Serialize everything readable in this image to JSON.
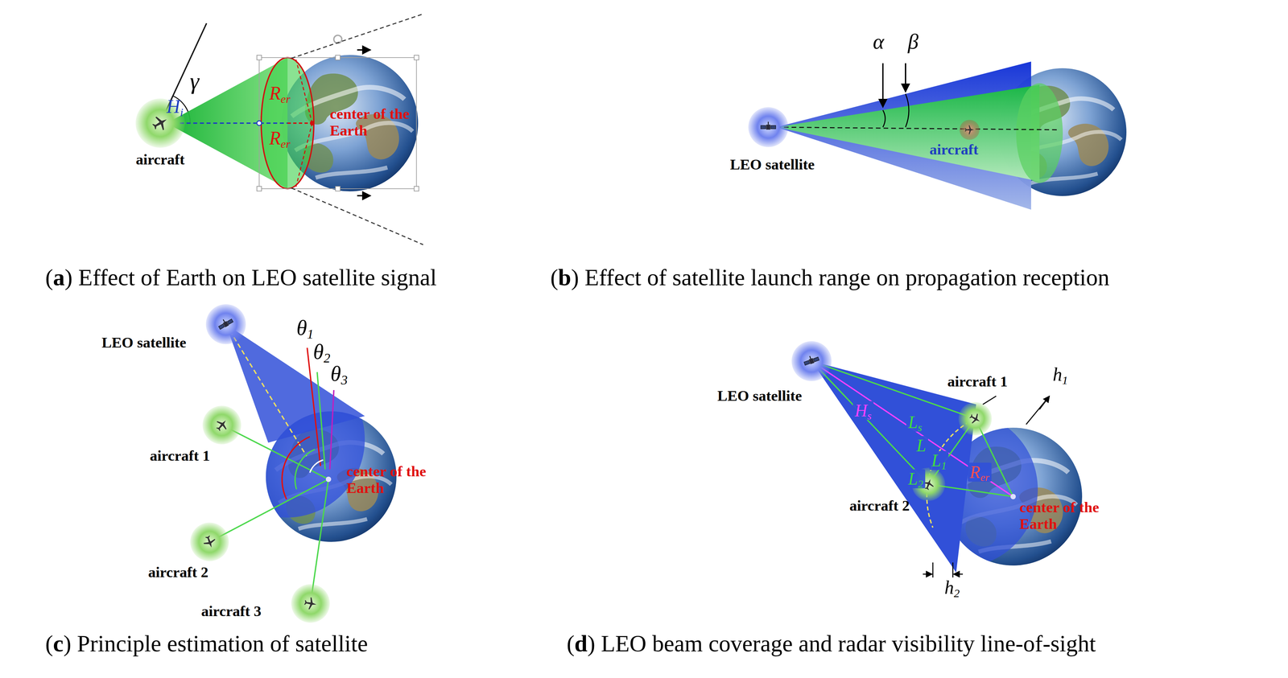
{
  "diagram": {
    "labels": [
      "γ",
      "Hi",
      "Rer",
      "Rer",
      "center of the Earth",
      "aircraft",
      "α",
      "β",
      "LEO satellite",
      "aircraft",
      "(a) Effect of Earth on LEO satellite signal",
      "(b) Effect of satellite launch range on propagation reception",
      "LEO satellite",
      "θ1",
      "θ2",
      "θ3",
      "aircraft 1",
      "aircraft 2",
      "aircraft 3",
      "center of the Earth",
      "LEO satellite",
      "aircraft 1",
      "h1",
      "Hs",
      "Ls",
      "L",
      "L1",
      "Rer",
      "L2",
      "aircraft 2",
      "center of the Earth",
      "h2",
      "(c) Principle estimation of satellite",
      "(d) LEO beam coverage and radar visibility line-of-sight"
    ]
  }
}
